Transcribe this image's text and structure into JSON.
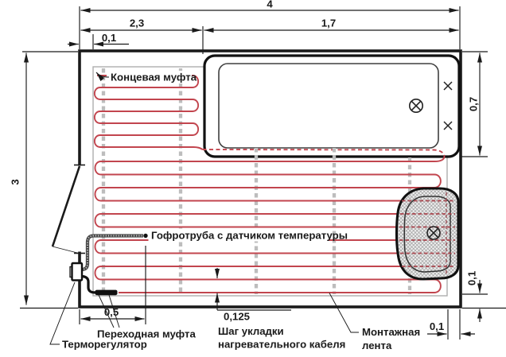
{
  "diagram": {
    "dims": {
      "total_width": "4",
      "width_left": "2,3",
      "width_right": "1,7",
      "edge_offset_top": "0,1",
      "bath_width": "0,7",
      "total_height": "3",
      "sensor_depth": "0,5",
      "cable_step": "0,125",
      "edge_offset_right": "0,1",
      "edge_offset_bottom": "0,1"
    },
    "labels": {
      "end_coupling": "Концевая муфта",
      "sensor_tube": "Гофротруба с датчиком температуры",
      "transition_coupling": "Переходная муфта",
      "thermostat": "Терморегулятор",
      "cable_step_line1": "Шаг укладки",
      "cable_step_line2": "нагревательного кабеля",
      "mounting_tape_line1": "Монтажная",
      "mounting_tape_line2": "лента"
    },
    "colors": {
      "cable_red": "#c2454e",
      "cable_hidden_red": "#a8454d",
      "tape_gray": "#bdbdbd",
      "mat_gray": "#aeaeae",
      "line_black": "#1a1a1a"
    }
  }
}
